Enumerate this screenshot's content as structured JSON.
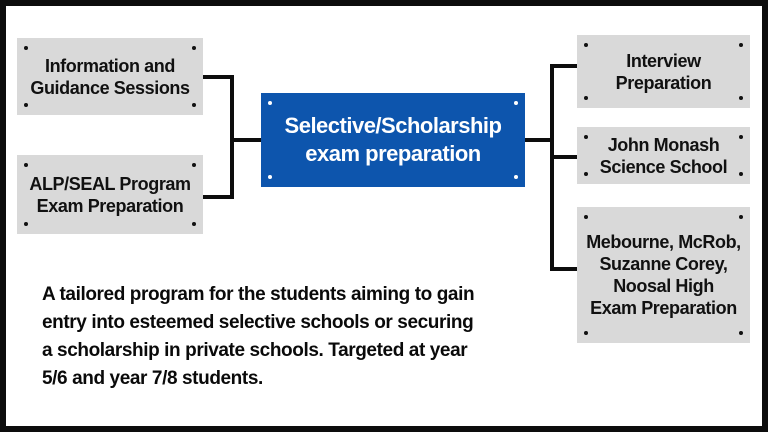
{
  "diagram": {
    "center_node": {
      "label": "Selective/Scholarship\nexam preparation"
    },
    "left_nodes": [
      {
        "label": "Information and\nGuidance Sessions"
      },
      {
        "label": "ALP/SEAL Program\nExam Preparation"
      }
    ],
    "right_nodes": [
      {
        "label": "Interview\nPreparation"
      },
      {
        "label": "John Monash\nScience School"
      },
      {
        "label": "Mebourne, McRob,\nSuzanne Corey,\nNoosal High\nExam Preparation"
      }
    ],
    "description": "A tailored program for the students aiming to gain\nentry into esteemed selective schools or securing\na scholarship in private schools. Targeted at year\n5/6 and year 7/8 students.",
    "colors": {
      "node_gray": "#d9d9d9",
      "accent_blue": "#0d55ad",
      "line_black": "#0d0d0d",
      "background": "#ffffff"
    }
  }
}
